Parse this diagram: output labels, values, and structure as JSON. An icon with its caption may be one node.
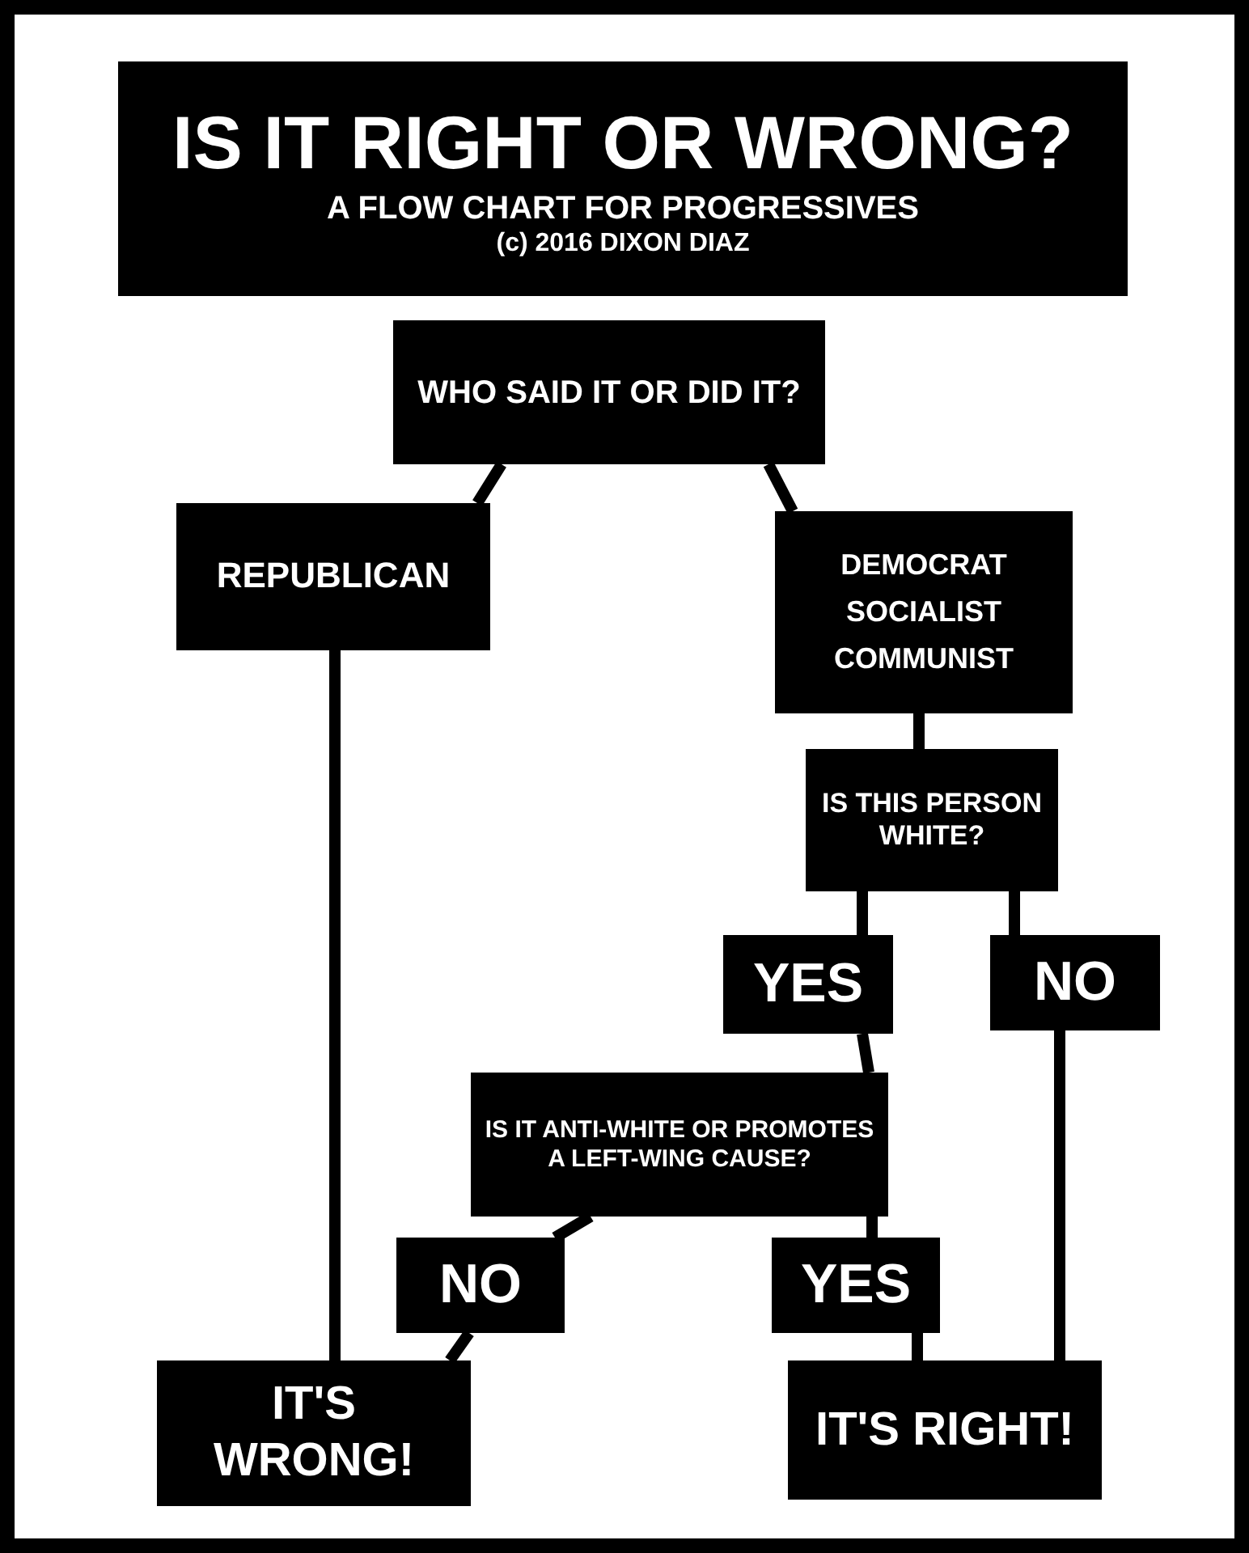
{
  "diagram": {
    "nodes": [
      {
        "text": [
          "IS IT RIGHT OR WRONG?",
          "A FLOW CHART FOR PROGRESSIVES",
          "(c) 2016 DIXON DIAZ"
        ]
      },
      {
        "text": [
          "WHO SAID IT OR DID IT?"
        ]
      },
      {
        "text": [
          "REPUBLICAN"
        ]
      },
      {
        "text": [
          "DEMOCRAT SOCIALIST COMMUNIST"
        ]
      },
      {
        "text": [
          "IS THIS PERSON WHITE?"
        ]
      },
      {
        "text": [
          "YES"
        ]
      },
      {
        "text": [
          "NO"
        ]
      },
      {
        "text": [
          "IS IT ANTI-WHITE OR PROMOTES A LEFT-WING CAUSE?"
        ]
      },
      {
        "text": [
          "NO"
        ]
      },
      {
        "text": [
          "YES"
        ]
      },
      {
        "text": [
          "IT'S WRONG!"
        ]
      },
      {
        "text": [
          "IT'S RIGHT!"
        ]
      }
    ],
    "edges": [
      {
        "from": 1,
        "to": 2,
        "arrow": "none"
      },
      {
        "from": 1,
        "to": 3,
        "arrow": "none"
      },
      {
        "from": 2,
        "to": 10,
        "arrow": "none"
      },
      {
        "from": 3,
        "to": 4,
        "arrow": "none"
      },
      {
        "from": 4,
        "to": 5,
        "arrow": "none"
      },
      {
        "from": 4,
        "to": 6,
        "arrow": "none"
      },
      {
        "from": 5,
        "to": 7,
        "arrow": "none"
      },
      {
        "from": 7,
        "to": 8,
        "arrow": "none"
      },
      {
        "from": 7,
        "to": 9,
        "arrow": "none"
      },
      {
        "from": 8,
        "to": 10,
        "arrow": "none"
      },
      {
        "from": 9,
        "to": 11,
        "arrow": "none"
      },
      {
        "from": 6,
        "to": 11,
        "arrow": "none"
      }
    ]
  }
}
